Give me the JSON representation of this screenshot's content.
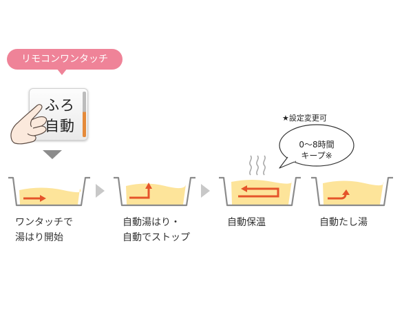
{
  "badge": {
    "label": "リモコンワンタッチ"
  },
  "remote_button": {
    "line1": "ふろ",
    "line2": "自動"
  },
  "setting_note": {
    "star": "★",
    "text": "設定変更可"
  },
  "keep_bubble": {
    "line1": "0～8時間",
    "line2": "キープ※"
  },
  "steps": [
    {
      "line1": "ワンタッチで",
      "line2": "湯はり開始"
    },
    {
      "line1": "自動湯はり・",
      "line2": "自動でストップ"
    },
    {
      "line1": "自動保温"
    },
    {
      "line1": "自動たし湯"
    }
  ],
  "colors": {
    "badge": "#ef8398",
    "water": "#fde49a",
    "arrow": "#e5542a",
    "tub": "#8a8a8a",
    "step_arrow": "#c8c8c8"
  },
  "icons": [
    "pointing-hand-icon",
    "down-arrow-icon",
    "next-step-arrow-icon",
    "steam-icon",
    "speech-bubble-icon"
  ]
}
